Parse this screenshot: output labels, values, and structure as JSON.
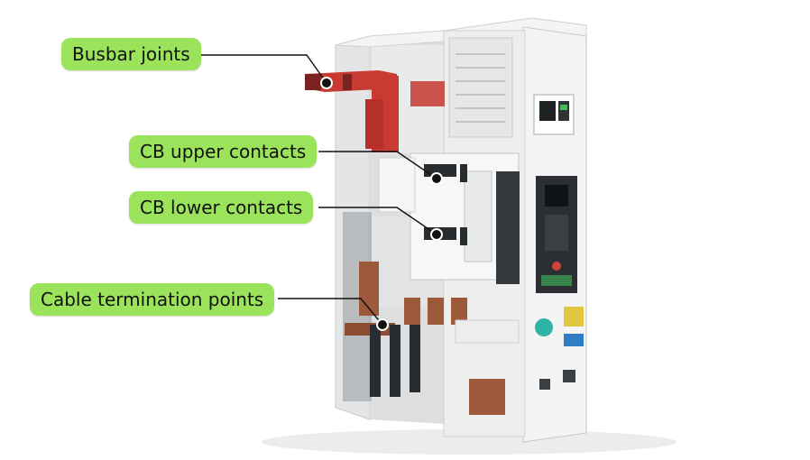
{
  "callouts": [
    {
      "label": "Busbar joints"
    },
    {
      "label": "CB upper contacts"
    },
    {
      "label": "CB lower contacts"
    },
    {
      "label": "Cable termination points"
    }
  ],
  "colors": {
    "callout_fill": "#9be35a",
    "busbar": "#c83a32",
    "copper": "#9c5a3a",
    "panel": "#f1f2f2",
    "leader": "#111111"
  }
}
